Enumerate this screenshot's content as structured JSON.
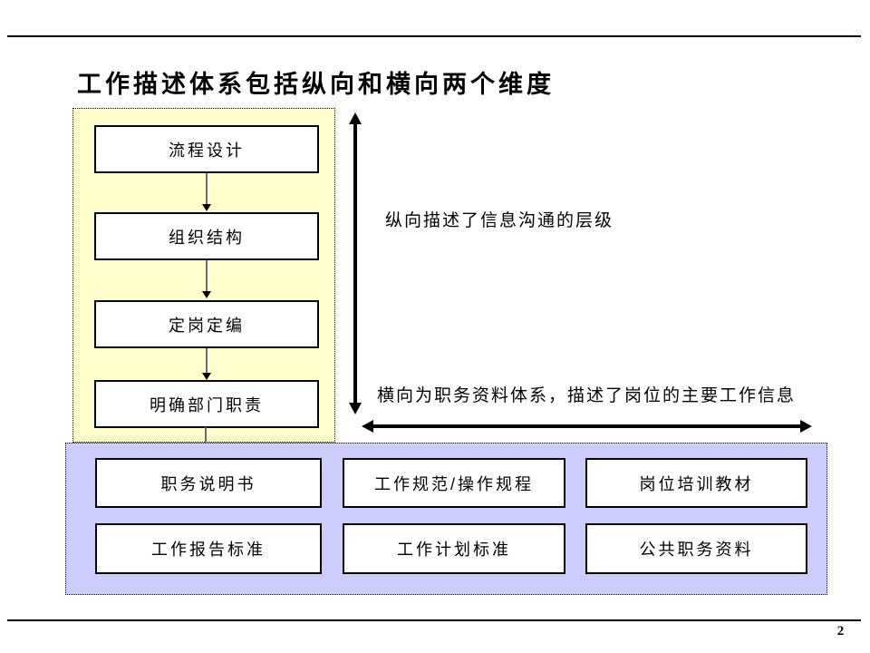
{
  "slide": {
    "title": "工作描述体系包括纵向和横向两个维度",
    "page_number": "2"
  },
  "vertical_flow": {
    "steps": [
      "流程设计",
      "组织结构",
      "定岗定编",
      "明确部门职责"
    ]
  },
  "annotations": {
    "vertical_axis": "纵向描述了信息沟通的层级",
    "horizontal_axis": "横向为职务资料体系，描述了岗位的主要工作信息"
  },
  "deliverables": {
    "row1": [
      "职务说明书",
      "工作规范/操作规程",
      "岗位培训教材"
    ],
    "row2": [
      "工作报告标准",
      "工作计划标准",
      "公共职务资料"
    ]
  },
  "colors": {
    "flow_panel_bg": "#FFFFCC",
    "deliverables_panel_bg": "#CCCCFF",
    "box_bg": "#FFFFFF",
    "line": "#000000",
    "connector_shaft": "#6B6B6B"
  }
}
